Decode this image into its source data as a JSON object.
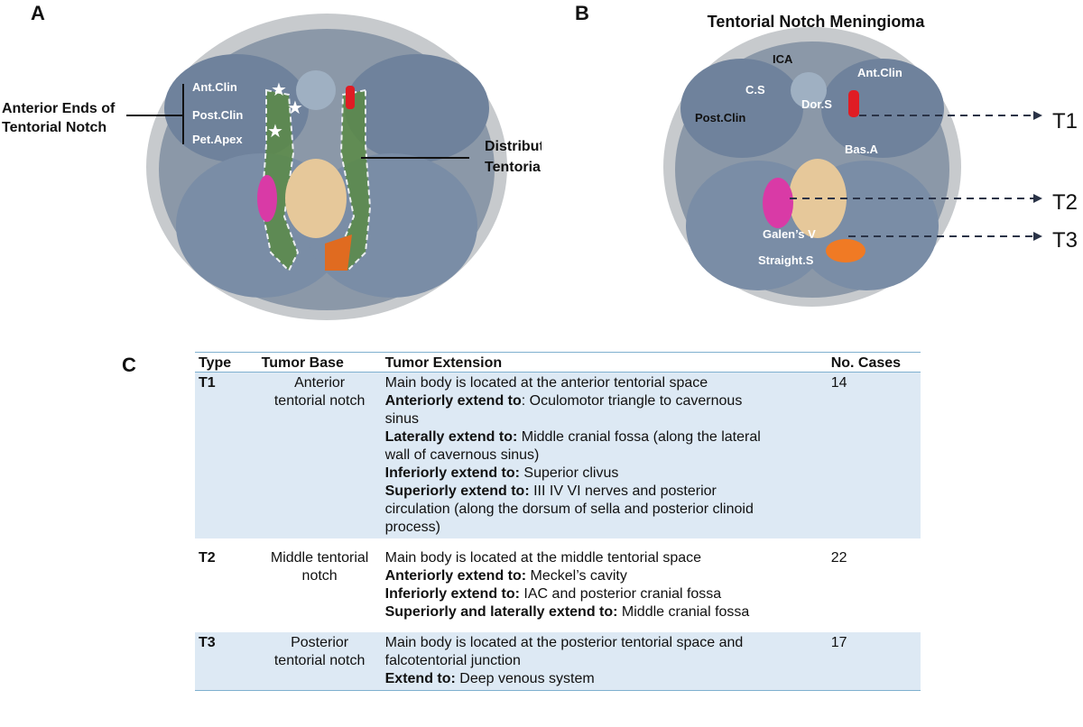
{
  "panels": {
    "a": {
      "letter": "A",
      "labels": {
        "ant_clin": "Ant.Clin",
        "post_clin": "Post.Clin",
        "pet_apex": "Pet.Apex",
        "anterior_ends_1": "Anterior Ends of",
        "anterior_ends_2": "Tentorial Notch",
        "distribution_1": "Distribution of",
        "distribution_2": "Tentorial Notch"
      }
    },
    "b": {
      "letter": "B",
      "title": "Tentorial Notch Meningioma",
      "labels": {
        "ica": "ICA",
        "ant_clin": "Ant.Clin",
        "cs": "C.S",
        "dor_s": "Dor.S",
        "post_clin": "Post.Clin",
        "bas_a": "Bas.A",
        "galens_v": "Galen’s V",
        "straight_s": "Straight.S",
        "t1": "T1",
        "t2": "T2",
        "t3": "T3"
      }
    },
    "c": {
      "letter": "C"
    }
  },
  "colors": {
    "skull_bone": "#b4b8bd",
    "fossa": "#7d8fa6",
    "brainstem": "#e6c89a",
    "notch_green": "#5a8a46",
    "tumor_t1": "#e01c24",
    "tumor_t2": "#d93aa6",
    "tumor_t3": "#f07a24",
    "table_shade": "#dde9f4",
    "table_rule": "#7fb0cf"
  },
  "table": {
    "headers": [
      "Type",
      "Tumor Base",
      "Tumor Extension",
      "No. Cases"
    ],
    "rows": [
      {
        "type": "T1",
        "base": [
          "Anterior",
          "tentorial notch"
        ],
        "cases": "14",
        "ext": [
          {
            "b": "",
            "t": "Main body is located at the anterior tentorial space"
          },
          {
            "b": "Anteriorly extend to",
            "t": ": Oculomotor triangle to cavernous"
          },
          {
            "b": "",
            "t": "sinus"
          },
          {
            "b": "Laterally extend to:",
            "t": " Middle cranial fossa (along the lateral"
          },
          {
            "b": "",
            "t": "wall of cavernous sinus)"
          },
          {
            "b": "Inferiorly extend to:",
            "t": " Superior clivus"
          },
          {
            "b": "Superiorly extend to:",
            "t": " III IV VI nerves and posterior"
          },
          {
            "b": "",
            "t": "circulation (along the dorsum of sella and posterior clinoid"
          },
          {
            "b": "",
            "t": "process)"
          }
        ]
      },
      {
        "type": "T2",
        "base": [
          "Middle tentorial",
          "notch"
        ],
        "cases": "22",
        "ext": [
          {
            "b": "",
            "t": "Main body is located at the middle tentorial space"
          },
          {
            "b": "Anteriorly extend to:",
            "t": " Meckel’s cavity"
          },
          {
            "b": "Inferiorly extend to:",
            "t": " IAC and posterior cranial fossa"
          },
          {
            "b": "Superiorly and laterally extend to:",
            "t": " Middle cranial fossa"
          }
        ]
      },
      {
        "type": "T3",
        "base": [
          "Posterior",
          "tentorial notch"
        ],
        "cases": "17",
        "ext": [
          {
            "b": "",
            "t": "Main body is located at the posterior tentorial space and"
          },
          {
            "b": "",
            "t": "falcotentorial junction"
          },
          {
            "b": "Extend to:",
            "t": " Deep venous system"
          }
        ]
      }
    ]
  }
}
